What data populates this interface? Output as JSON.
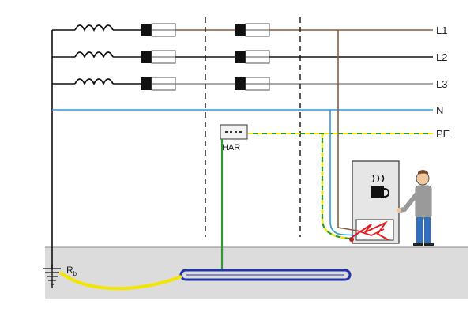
{
  "lines": {
    "l1": "L1",
    "l2": "L2",
    "l3": "L3",
    "n": "N",
    "pe": "PE"
  },
  "labels": {
    "har": "HAR",
    "rb_main": "R",
    "rb_sub": "b"
  },
  "colors": {
    "l1": "#8B5A3C",
    "l2": "#111111",
    "l3": "#8C8C8C",
    "n": "#2E9BD6",
    "pe_green": "#2E9B2E",
    "pe_yellow": "#F2E600",
    "earth_electrode": "#2233AA",
    "fault": "#E02020",
    "ground": "#DCDCDC"
  },
  "icons": {
    "coils": "inductor-coil-icon",
    "fuses": "fuse-icon",
    "earth": "ground-symbol-icon",
    "appliance": "hot-drink-icon",
    "fault": "lightning-fault-icon",
    "person": "person-icon"
  }
}
